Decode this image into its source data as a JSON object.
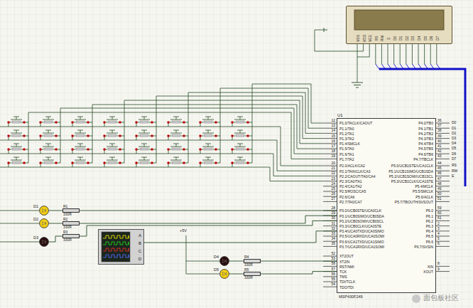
{
  "diagram": {
    "nodes": [
      {
        "text": [
          "VSS",
          "VDD",
          "VEE",
          "RS",
          "RW",
          "E",
          "D0",
          "D1",
          "D2",
          "D3",
          "D4",
          "D5",
          "D6",
          "D7"
        ]
      },
      {
        "text": [
          "U1",
          "P1.0/TACLK/CAOUT",
          "P1.1/TA0",
          "P1.2/TA1",
          "P1.3/TA2",
          "P1.4/SMCLK",
          "P1.5/TA0",
          "P1.6/TA1",
          "P1.7/TA2",
          "P2.0/ACLK/CA2",
          "P2.1/TAINCLK/CA3",
          "P2.2/CAOUT/TA0/CA4",
          "P2.3/CA0/TA1",
          "P2.4/CA1/TA2",
          "P2.5/ROSC/CA5",
          "P2.6/CA6",
          "P2.7/TA0/CA7",
          "P3.0/UCB0STE/UCA0CLK",
          "P3.1/UCB0SIMO/UCB0SDA",
          "P3.2/UCB0SOMI/UCB0SCL",
          "P3.3/UCB0CLK/UCA0STE",
          "P3.4/UCA0TXD/UCA0SIMO",
          "P3.5/UCA0RXD/UCA0SOMI",
          "P3.6/UCA1TXD/UCA1SIMO",
          "P3.7/UCA1RXD/UCA1SOMI",
          "XT2OUT",
          "XT2IN",
          "RST/NMI",
          "TCK",
          "TMS",
          "TDI/TCLK",
          "TDO/TDI",
          "P4.0/TB0",
          "P4.1/TB1",
          "P4.2/TB2",
          "P4.3/TB3",
          "P4.4/TB4",
          "P4.5/TB5",
          "P4.6/TB6",
          "P4.7/TBCLK",
          "P5.0/UCB1STE/UCA1CLK",
          "P5.1/UCB1SIMO/UCB1SDA",
          "P5.2/UCB1SOMI/UCB1SCL",
          "P5.3/UCB1CLK/UCA1STE",
          "P5.4/MCLK",
          "P5.5/SMCLK",
          "P5.6/ACLK",
          "P5.7/TBOUTH/SVSOUT",
          "P6.0",
          "P6.1",
          "P6.2",
          "P6.3",
          "P6.4",
          "P6.5",
          "P6.6",
          "P6.7/SVSIN",
          "XIN",
          "XOUT",
          "MSP430F249"
        ]
      },
      {
        "text": [
          "D1"
        ]
      },
      {
        "text": [
          "R1",
          "330R"
        ]
      },
      {
        "text": [
          "D2"
        ]
      },
      {
        "text": [
          "R2",
          "330R"
        ]
      },
      {
        "text": [
          "D3"
        ]
      },
      {
        "text": [
          "R3",
          "330R"
        ]
      },
      {
        "text": [
          "A",
          "B",
          "C",
          "D"
        ]
      },
      {
        "text": [
          "D4"
        ]
      },
      {
        "text": [
          "R4",
          "330R"
        ]
      },
      {
        "text": [
          "D5"
        ]
      },
      {
        "text": [
          "R5",
          "330R"
        ]
      }
    ],
    "edges": [
      {
        "from": 2,
        "to": 3,
        "arrow": "none"
      },
      {
        "from": 4,
        "to": 5,
        "arrow": "none"
      },
      {
        "from": 6,
        "to": 7,
        "arrow": "none"
      },
      {
        "from": 3,
        "to": 1,
        "arrow": "none"
      },
      {
        "from": 5,
        "to": 1,
        "arrow": "none"
      },
      {
        "from": 7,
        "to": 1,
        "arrow": "none"
      },
      {
        "from": 8,
        "to": 1,
        "arrow": "none"
      },
      {
        "from": 9,
        "to": 10,
        "arrow": "none"
      },
      {
        "from": 11,
        "to": 12,
        "arrow": "none"
      },
      {
        "from": 10,
        "to": 1,
        "arrow": "none"
      },
      {
        "from": 12,
        "to": 1,
        "arrow": "none"
      }
    ],
    "labels": [
      "12",
      "13",
      "14",
      "15",
      "16",
      "17",
      "18",
      "19",
      "20",
      "21",
      "22",
      "23",
      "24",
      "25",
      "26",
      "27",
      "28",
      "29",
      "30",
      "31",
      "32",
      "33",
      "34",
      "35",
      "52",
      "53",
      "58",
      "57",
      "56",
      "55",
      "54",
      "36",
      "37",
      "38",
      "39",
      "40",
      "41",
      "42",
      "43",
      "44",
      "45",
      "46",
      "47",
      "48",
      "49",
      "50",
      "51",
      "59",
      "60",
      "61",
      "2",
      "3",
      "4",
      "5",
      "6",
      "8",
      "9",
      "D0",
      "D1",
      "D2",
      "D3",
      "D4",
      "D5",
      "D6",
      "D7",
      "RS",
      "RW",
      "E",
      "+5V",
      "面包板社区"
    ]
  }
}
